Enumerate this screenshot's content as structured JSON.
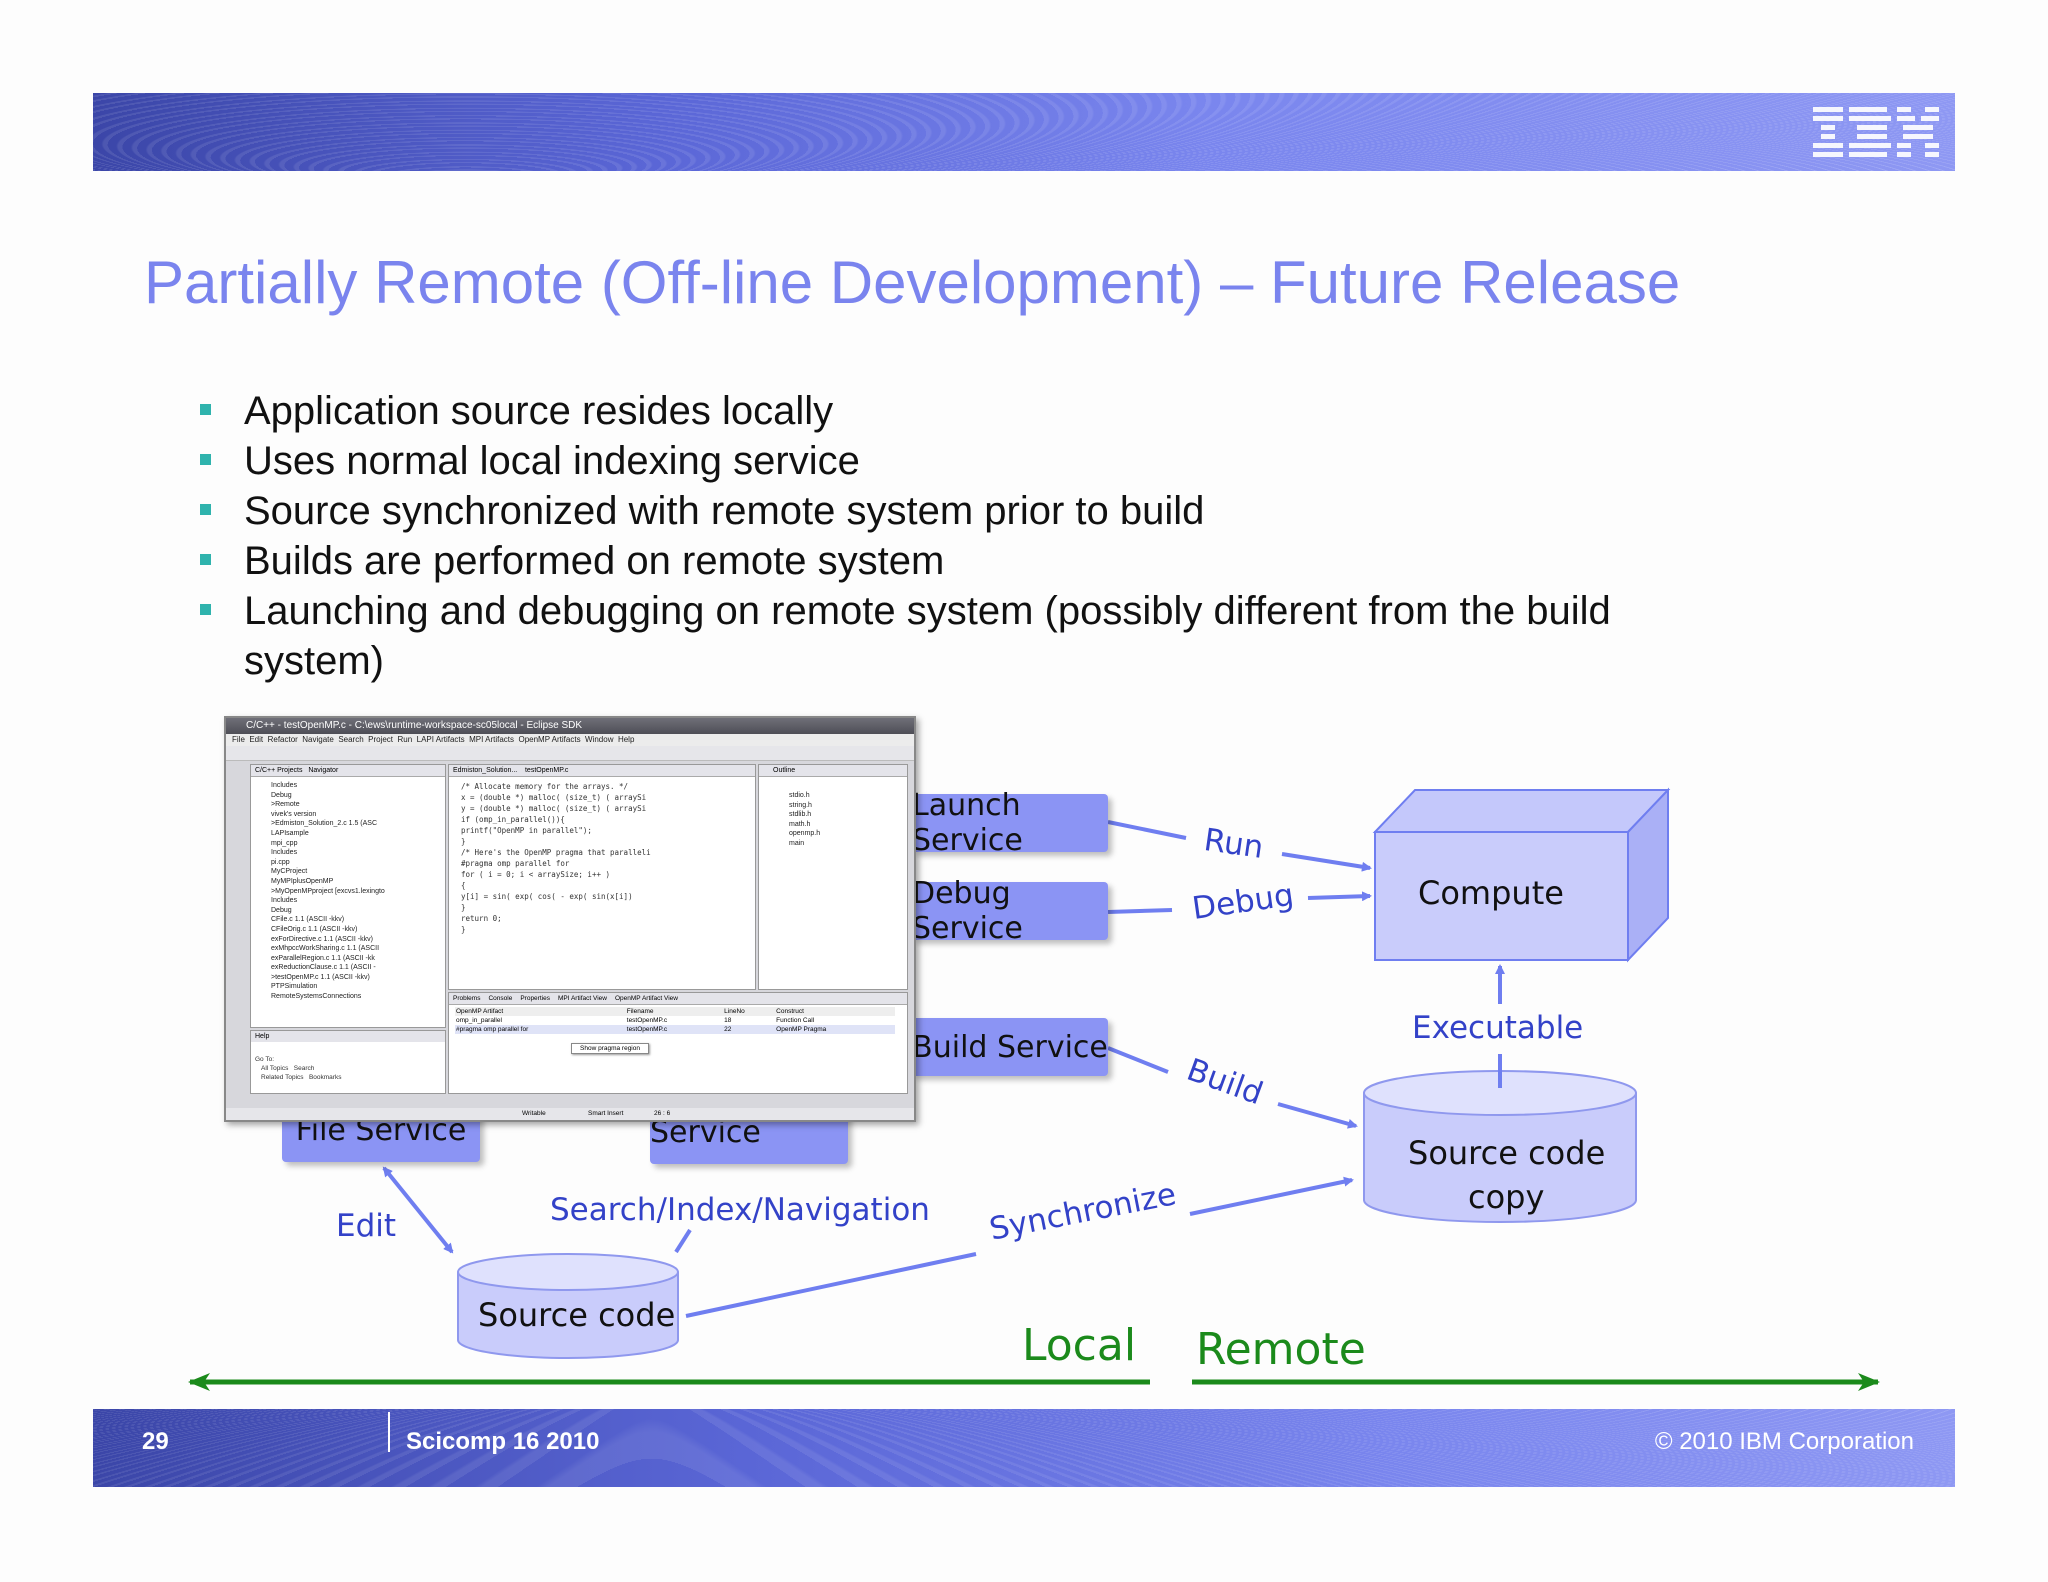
{
  "slide": {
    "title": "Partially Remote (Off-line Development) – Future Release",
    "bullets": [
      "Application source resides locally",
      "Uses normal local indexing service",
      "Source synchronized with remote system prior to build",
      "Builds are performed on remote system",
      "Launching and debugging on remote system (possibly different from the build system)"
    ],
    "page_number": "29",
    "event": "Scicomp 16 2010",
    "copyright": "© 2010 IBM Corporation",
    "logo_text": "IBM"
  },
  "diagram": {
    "services": {
      "launch": "Launch Service",
      "debug": "Debug Service",
      "build": "Build Service",
      "file": "File Service",
      "index": "Index Service"
    },
    "nodes": {
      "compute": "Compute",
      "source_copy_line1": "Source code",
      "source_copy_line2": "copy",
      "source_code": "Source code"
    },
    "edges": {
      "run": "Run",
      "debug": "Debug",
      "build": "Build",
      "executable": "Executable",
      "edit": "Edit",
      "search": "Search/Index/Navigation",
      "synchronize": "Synchronize"
    },
    "regions": {
      "local": "Local",
      "remote": "Remote"
    },
    "colors": {
      "box_fill": "#8b94f4",
      "label_blue": "#3342c8",
      "axis_green": "#1b8a1b",
      "arrow": "#6f7ef0"
    }
  },
  "eclipse_screenshot": {
    "window_title": "C/C++ - testOpenMP.c - C:\\ews\\runtime-workspace-sc05local - Eclipse SDK",
    "menu": [
      "File",
      "Edit",
      "Refactor",
      "Navigate",
      "Search",
      "Project",
      "Run",
      "LAPI Artifacts",
      "MPI Artifacts",
      "OpenMP Artifacts",
      "Window",
      "Help"
    ],
    "left_tabs": [
      "C/C++ Projects",
      "Navigator"
    ],
    "editor_tabs": [
      "Edmiston_Solution...",
      "testOpenMP.c"
    ],
    "outline_tab": "Outline",
    "tree": [
      "Includes",
      "Debug",
      ">Remote",
      "vivek's version",
      ">Edmiston_Solution_2.c 1.5 (ASC",
      "LAPIsample",
      "mpi_cpp",
      "Includes",
      "pi.cpp",
      "MyCProject",
      "MyMPIplusOpenMP",
      ">MyOpenMPproject [excvs1.lexingto",
      "Includes",
      "Debug",
      "CFile.c 1.1 (ASCII -kkv)",
      "CFileOrig.c 1.1 (ASCII -kkv)",
      "exForDirective.c 1.1 (ASCII -kkv)",
      "exMhpccWorkSharing.c 1.1 (ASCII",
      "exParallelRegion.c 1.1 (ASCII -kk",
      "exReductionClause.c 1.1 (ASCII -",
      ">testOpenMP.c 1.1 (ASCII -kkv)",
      "PTPSimulation",
      "RemoteSystemsConnections"
    ],
    "code": [
      "/* Allocate memory for the arrays. */",
      "x = (double *) malloc( (size_t) ( arraySi",
      "y = (double *) malloc( (size_t) ( arraySi",
      "",
      "if (omp_in_parallel()){",
      "    printf(\"OpenMP in parallel\");",
      "}",
      "/* Here's the OpenMP pragma that paralleli",
      "#pragma omp parallel for",
      "for ( i = 0; i < arraySize; i++ )",
      "{",
      "    y[i] = sin( exp( cos( - exp( sin(x[i])",
      "}",
      "",
      "return 0;",
      "}"
    ],
    "outline": [
      "stdio.h",
      "string.h",
      "stdlib.h",
      "math.h",
      "openmp.h",
      "main"
    ],
    "bottom_tabs": [
      "Problems",
      "Console",
      "Properties",
      "MPI Artifact View",
      "OpenMP Artifact View"
    ],
    "table_headers": [
      "OpenMP Artifact",
      "Filename",
      "LineNo",
      "Construct"
    ],
    "table_rows": [
      [
        "omp_in_parallel",
        "testOpenMP.c",
        "18",
        "Function Call"
      ],
      [
        "#pragma omp parallel for",
        "testOpenMP.c",
        "22",
        "OpenMP Pragma"
      ]
    ],
    "context_menu": "Show pragma region",
    "help_title": "Help",
    "help_items": [
      "All Topics",
      "Search",
      "Related Topics",
      "Bookmarks"
    ],
    "help_go": "Go To:",
    "status": [
      "Writable",
      "Smart Insert",
      "26 : 6"
    ]
  }
}
